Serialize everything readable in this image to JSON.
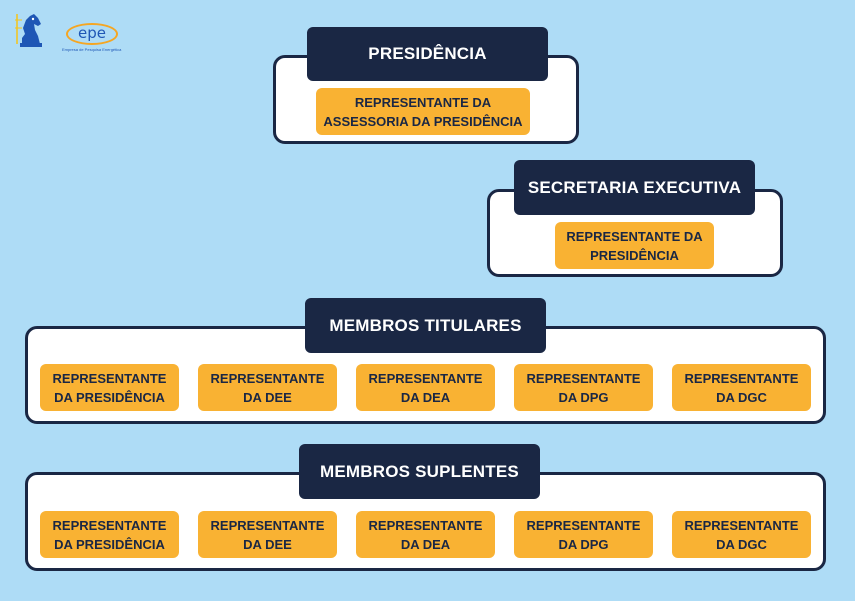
{
  "logo": {
    "text": "epe",
    "subtitle": "Empresa de Pesquisa Energética"
  },
  "presidencia": {
    "title": "PRESIDÊNCIA",
    "card": {
      "line1": "REPRESENTANTE DA",
      "line2": "ASSESSORIA DA PRESIDÊNCIA"
    }
  },
  "secretaria": {
    "title": "SECRETARIA EXECUTIVA",
    "card": {
      "line1": "REPRESENTANTE DA",
      "line2": "PRESIDÊNCIA"
    }
  },
  "titulares": {
    "title": "MEMBROS TITULARES",
    "cards": [
      {
        "line1": "REPRESENTANTE",
        "line2": "DA PRESIDÊNCIA"
      },
      {
        "line1": "REPRESENTANTE",
        "line2": "DA DEE"
      },
      {
        "line1": "REPRESENTANTE",
        "line2": "DA DEA"
      },
      {
        "line1": "REPRESENTANTE",
        "line2": "DA DPG"
      },
      {
        "line1": "REPRESENTANTE",
        "line2": "DA DGC"
      }
    ]
  },
  "suplentes": {
    "title": "MEMBROS SUPLENTES",
    "cards": [
      {
        "line1": "REPRESENTANTE",
        "line2": "DA PRESIDÊNCIA"
      },
      {
        "line1": "REPRESENTANTE",
        "line2": "DA DEE"
      },
      {
        "line1": "REPRESENTANTE",
        "line2": "DA DEA"
      },
      {
        "line1": "REPRESENTANTE",
        "line2": "DA DPG"
      },
      {
        "line1": "REPRESENTANTE",
        "line2": "DA DGC"
      }
    ]
  },
  "colors": {
    "background": "#aedcf6",
    "navy": "#1a2744",
    "orange": "#f9b233",
    "panel": "#ffffff"
  }
}
